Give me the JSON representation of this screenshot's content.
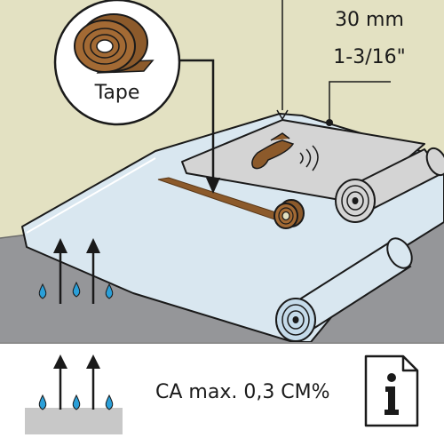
{
  "dimension": {
    "metric": "30 mm",
    "imperial": "1-3/16\""
  },
  "callout": {
    "label": "Tape"
  },
  "footer": {
    "moisture_spec": "CA max. 0,3 CM%"
  },
  "icons": {
    "rising_moisture": "rising-moisture-icon",
    "info": "info-document-icon"
  },
  "colors": {
    "wall": "#e3e1c2",
    "floor": "#959699",
    "film": "#d9e7f0",
    "tape": "#8c5a2b",
    "water_drop": "#2a9fd8",
    "outline": "#1a1a1a",
    "underlay": "#c8c8c8"
  }
}
